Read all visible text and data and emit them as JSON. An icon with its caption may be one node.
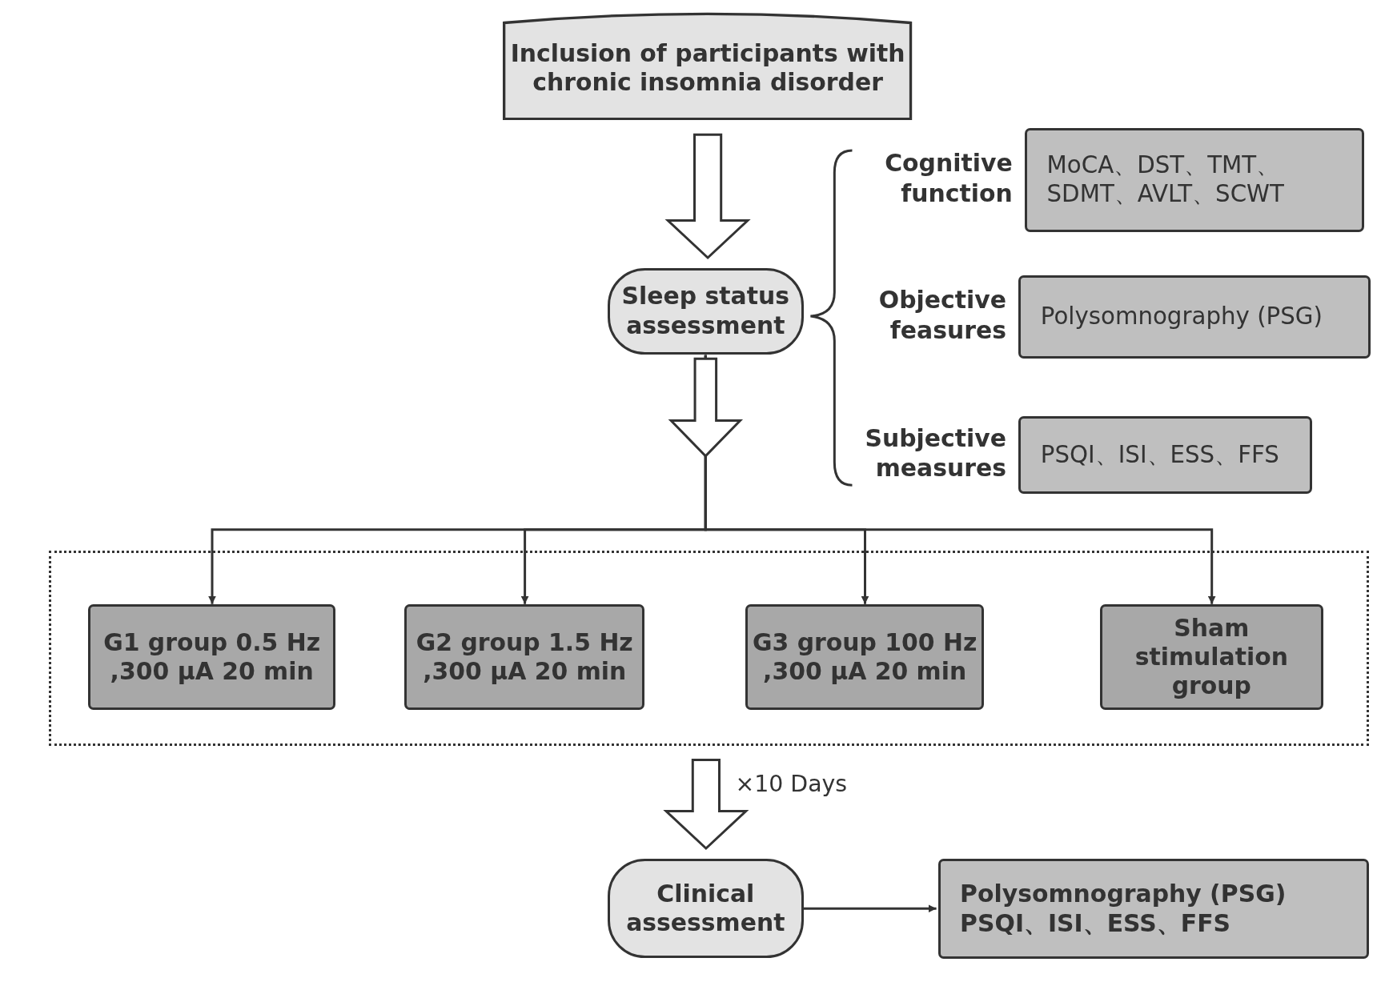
{
  "diagram": {
    "nodes": [
      {
        "text": [
          "Inclusion of participants with chronic insomnia disorder"
        ]
      },
      {
        "text": [
          "Sleep status assessment"
        ]
      },
      {
        "text": [
          "MoCA、DST、TMT、 SDMT、AVLT、SCWT"
        ],
        "beside": [
          "Cognitive function"
        ]
      },
      {
        "text": [
          "Polysomnography (PSG)"
        ],
        "beside": [
          "Objective feasures"
        ]
      },
      {
        "text": [
          "PSQI、ISI、ESS、FFS"
        ],
        "beside": [
          "Subjective measures"
        ]
      },
      {
        "text": [],
        "shape": "box"
      },
      {
        "text": [
          "G1 group 0.5 Hz ,300 μA 20 min"
        ],
        "in": 5
      },
      {
        "text": [
          "G2 group 1.5 Hz ,300 μA 20 min"
        ],
        "in": 5
      },
      {
        "text": [
          "G3 group 100 Hz ,300 μA 20 min"
        ],
        "in": 5
      },
      {
        "text": [
          "Sham stimulation group"
        ],
        "in": 5
      },
      {
        "text": [
          "Clinical assessment"
        ]
      },
      {
        "text": [
          "Polysomnography (PSG) PSQI、ISI、ESS、FFS"
        ]
      }
    ],
    "edges": [
      {
        "from": 0,
        "to": 1,
        "arrow": "to"
      },
      {
        "from": 1,
        "to": 6,
        "arrow": "to"
      },
      {
        "from": 1,
        "to": 7,
        "arrow": "to"
      },
      {
        "from": 1,
        "to": 8,
        "arrow": "to"
      },
      {
        "from": 1,
        "to": 9,
        "arrow": "to"
      },
      {
        "from": 5,
        "to": 10,
        "arrow": "to",
        "label": "×10 Days"
      },
      {
        "from": 10,
        "to": 11,
        "arrow": "to"
      }
    ]
  }
}
